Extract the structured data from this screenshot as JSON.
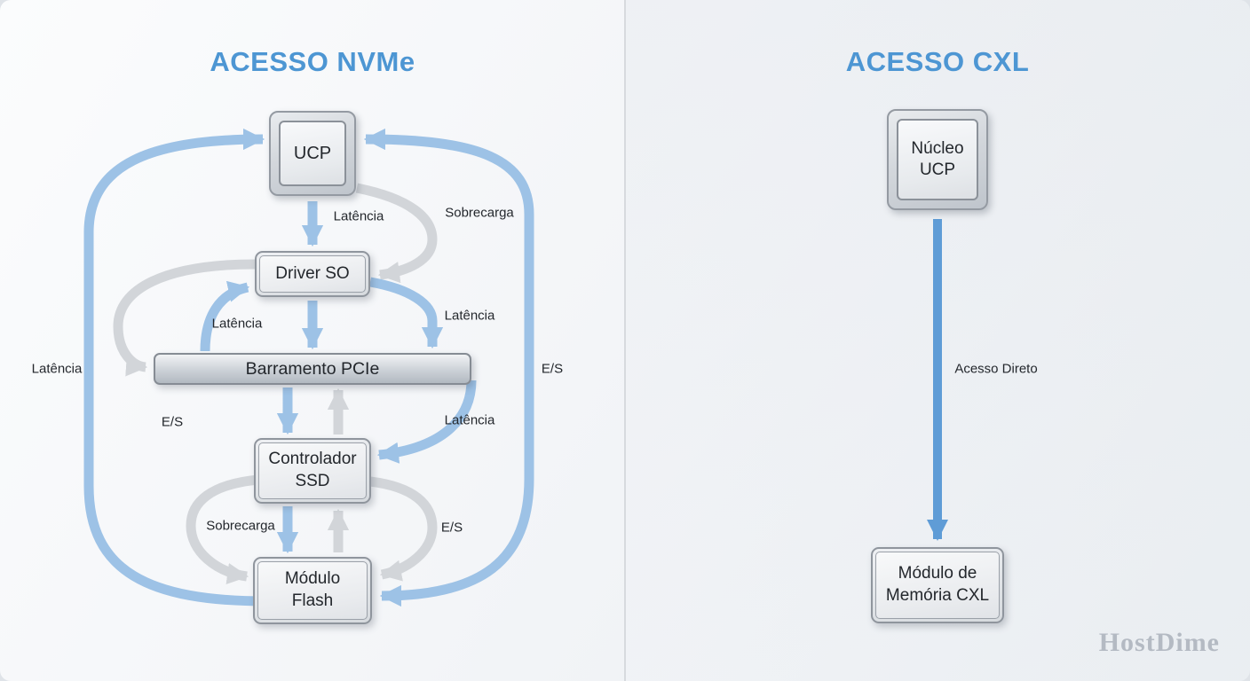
{
  "left": {
    "title": "ACESSO NVMe",
    "nodes": {
      "ucp": "UCP",
      "driver": "Driver SO",
      "pcie": "Barramento PCIe",
      "controlador_l1": "Controlador",
      "controlador_l2": "SSD",
      "flash_l1": "Módulo",
      "flash_l2": "Flash"
    },
    "edge_labels": {
      "outer_left": "Latência",
      "ucp_driver": "Latência",
      "sobrecarga_top": "Sobrecarga",
      "inner_left": "Latência",
      "driver_pcie_right": "Latência",
      "es_mid_left": "E/S",
      "pcie_ssd_right": "Latência",
      "sobrecarga_bottom": "Sobrecarga",
      "es_mid_right": "E/S",
      "es_outer_right": "E/S"
    }
  },
  "right": {
    "title": "ACESSO CXL",
    "nodes": {
      "nucleo_l1": "Núcleo",
      "nucleo_l2": "UCP",
      "cxl_l1": "Módulo de",
      "cxl_l2": "Memória CXL"
    },
    "edge_labels": {
      "acesso_direto": "Acesso Direto"
    }
  },
  "watermark": "HostDime",
  "colors": {
    "title_blue": "#4d96d3",
    "arrow_blue": "#9dc2e6",
    "arrow_blue_strong": "#5f9cd6",
    "arrow_gray": "#d2d5d9",
    "text": "#23272c",
    "watermark_gray": "#b4bac3"
  }
}
